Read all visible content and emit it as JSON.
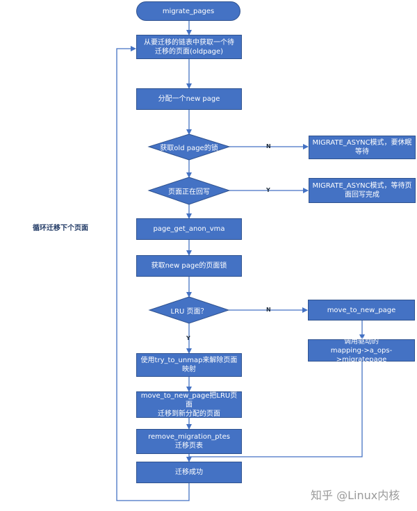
{
  "nodes": {
    "start": "migrate_pages",
    "take_page": "从要迁移的链表中获取一个待\n迁移的页面(oldpage)",
    "alloc": "分配一个new page",
    "d_lock": "获取old page的锁",
    "d_writeback": "页面正在回写",
    "anon_vma": "page_get_anon_vma",
    "new_lock": "获取new page的页面锁",
    "d_lru": "LRU 页面？",
    "unmap": "使用try_to_unmap来解除页面\n映射",
    "move_lru": "move_to_new_page把LRU页面\n迁移到新分配的页面",
    "remove_ptes": "remove_migration_ptes\n迁移页表",
    "success": "迁移成功",
    "async_wait": "MIGRATE_ASYNC模式，要休眠\n等待",
    "async_writeback": "MIGRATE_ASYNC模式，等待页\n面回写完成",
    "move_new": "move_to_new_page",
    "driver": "调用驱动的\nmapping->a_ops->migratepage"
  },
  "edges": {
    "lock_no": "N",
    "wb_yes": "Y",
    "lru_no": "N",
    "lru_yes": "Y"
  },
  "loop_label": "循环迁移下个页面",
  "watermark": "知乎 @Linux内核",
  "colors": {
    "fill": "#4472c4",
    "border": "#2f528f",
    "line": "#4472c4"
  }
}
